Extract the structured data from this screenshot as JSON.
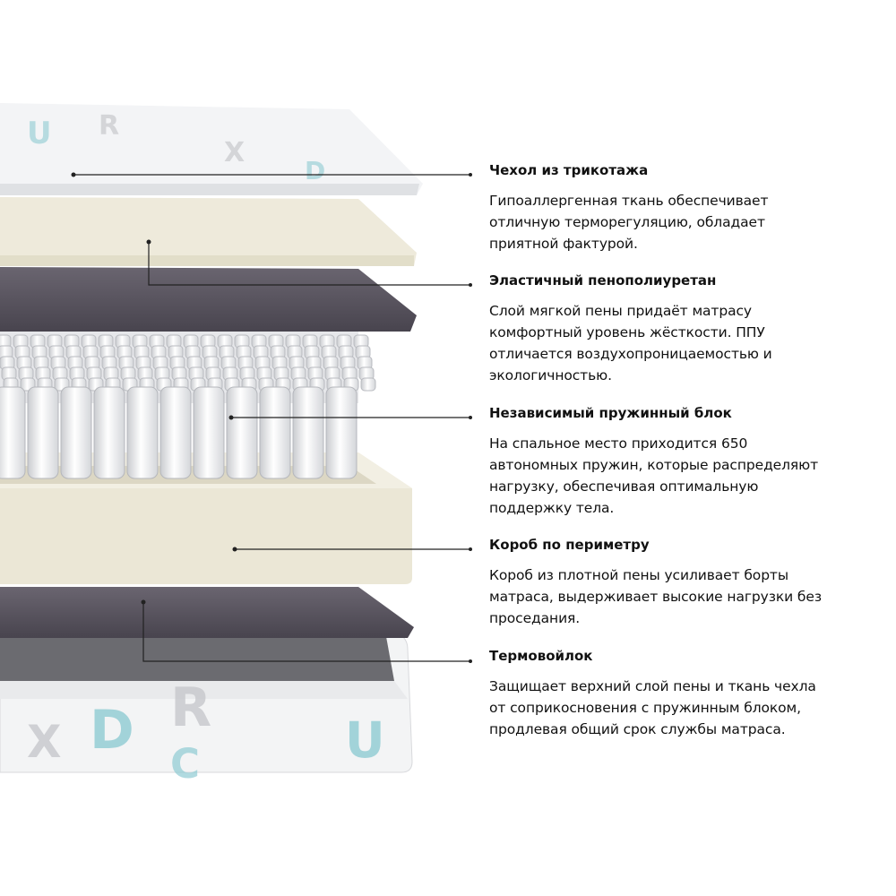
{
  "layers": [
    {
      "title": "Чехол из трикотажа",
      "lines": [
        "Гипоаллергенная ткань обеспечивает",
        "отличную терморегуляцию, обладает",
        "приятной фактурой."
      ]
    },
    {
      "title": "Эластичный пенополиуретан",
      "lines": [
        "Слой мягкой пены придаёт матрасу",
        "комфортный уровень жёсткости. ППУ",
        "отличается воздухопроницаемостью и",
        "экологичностью."
      ]
    },
    {
      "title": "Независимый пружинный блок",
      "lines": [
        "На спальное место приходится 650",
        "автономных пружин, которые распределяют",
        "нагрузку, обеспечивая оптимальную",
        "поддержку тела."
      ]
    },
    {
      "title": "Короб по периметру",
      "lines": [
        "Короб из плотной пены усиливает борты",
        "матраса, выдерживает высокие нагрузки без",
        "проседания."
      ]
    },
    {
      "title": "Термовойлок",
      "lines": [
        "Защищает верхний слой пены и ткань чехла",
        "от соприкосновения с пружинным блоком,",
        "продлевая общий срок службы матраса."
      ]
    }
  ],
  "colors": {
    "foam": "#eeeadb",
    "felt": "#5a5560",
    "cover": "#f4f5f6",
    "accent": "#8fcbd3"
  }
}
